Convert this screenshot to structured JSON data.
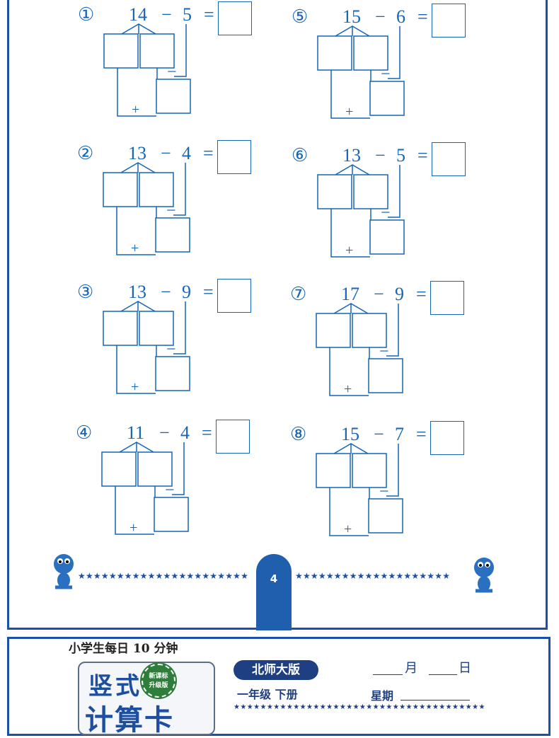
{
  "problems": [
    {
      "index": "①",
      "a": "14",
      "op": "−",
      "b": "5",
      "eq": "=",
      "minus": "−",
      "plus": "+"
    },
    {
      "index": "②",
      "a": "13",
      "op": "−",
      "b": "4",
      "eq": "=",
      "minus": "−",
      "plus": "+"
    },
    {
      "index": "③",
      "a": "13",
      "op": "−",
      "b": "9",
      "eq": "=",
      "minus": "−",
      "plus": "+"
    },
    {
      "index": "④",
      "a": "11",
      "op": "−",
      "b": "4",
      "eq": "=",
      "minus": "−",
      "plus": "+"
    },
    {
      "index": "⑤",
      "a": "15",
      "op": "−",
      "b": "6",
      "eq": "=",
      "minus": "−",
      "plus": "+"
    },
    {
      "index": "⑥",
      "a": "13",
      "op": "−",
      "b": "5",
      "eq": "=",
      "minus": "−",
      "plus": "+"
    },
    {
      "index": "⑦",
      "a": "17",
      "op": "−",
      "b": "9",
      "eq": "=",
      "minus": "−",
      "plus": "+"
    },
    {
      "index": "⑧",
      "a": "15",
      "op": "−",
      "b": "7",
      "eq": "=",
      "minus": "−",
      "plus": "+"
    }
  ],
  "footer": {
    "page_number": "4",
    "stars_left": "★★★★★★★★★★★★★★★★★★★★★★",
    "stars_right": "★★★★★★★★★★★★★★★★★★★★"
  },
  "next_page": {
    "series": "小学生每日 10 分钟",
    "title_line1": "竖式",
    "title_line2": "计算卡",
    "seal_line1": "新课标",
    "seal_line2": "升级版",
    "edition": "北师大版",
    "grade": "一年级 下册",
    "month": "月",
    "day": "日",
    "weekday": "星期",
    "stars": "★★★★★★★★★★★★★★★★★★★★★★★★★★★★★★★★★★★★★★"
  },
  "colors": {
    "ink": "#1565b8",
    "frame": "#1c4fa8",
    "tab": "#1f5fae"
  }
}
